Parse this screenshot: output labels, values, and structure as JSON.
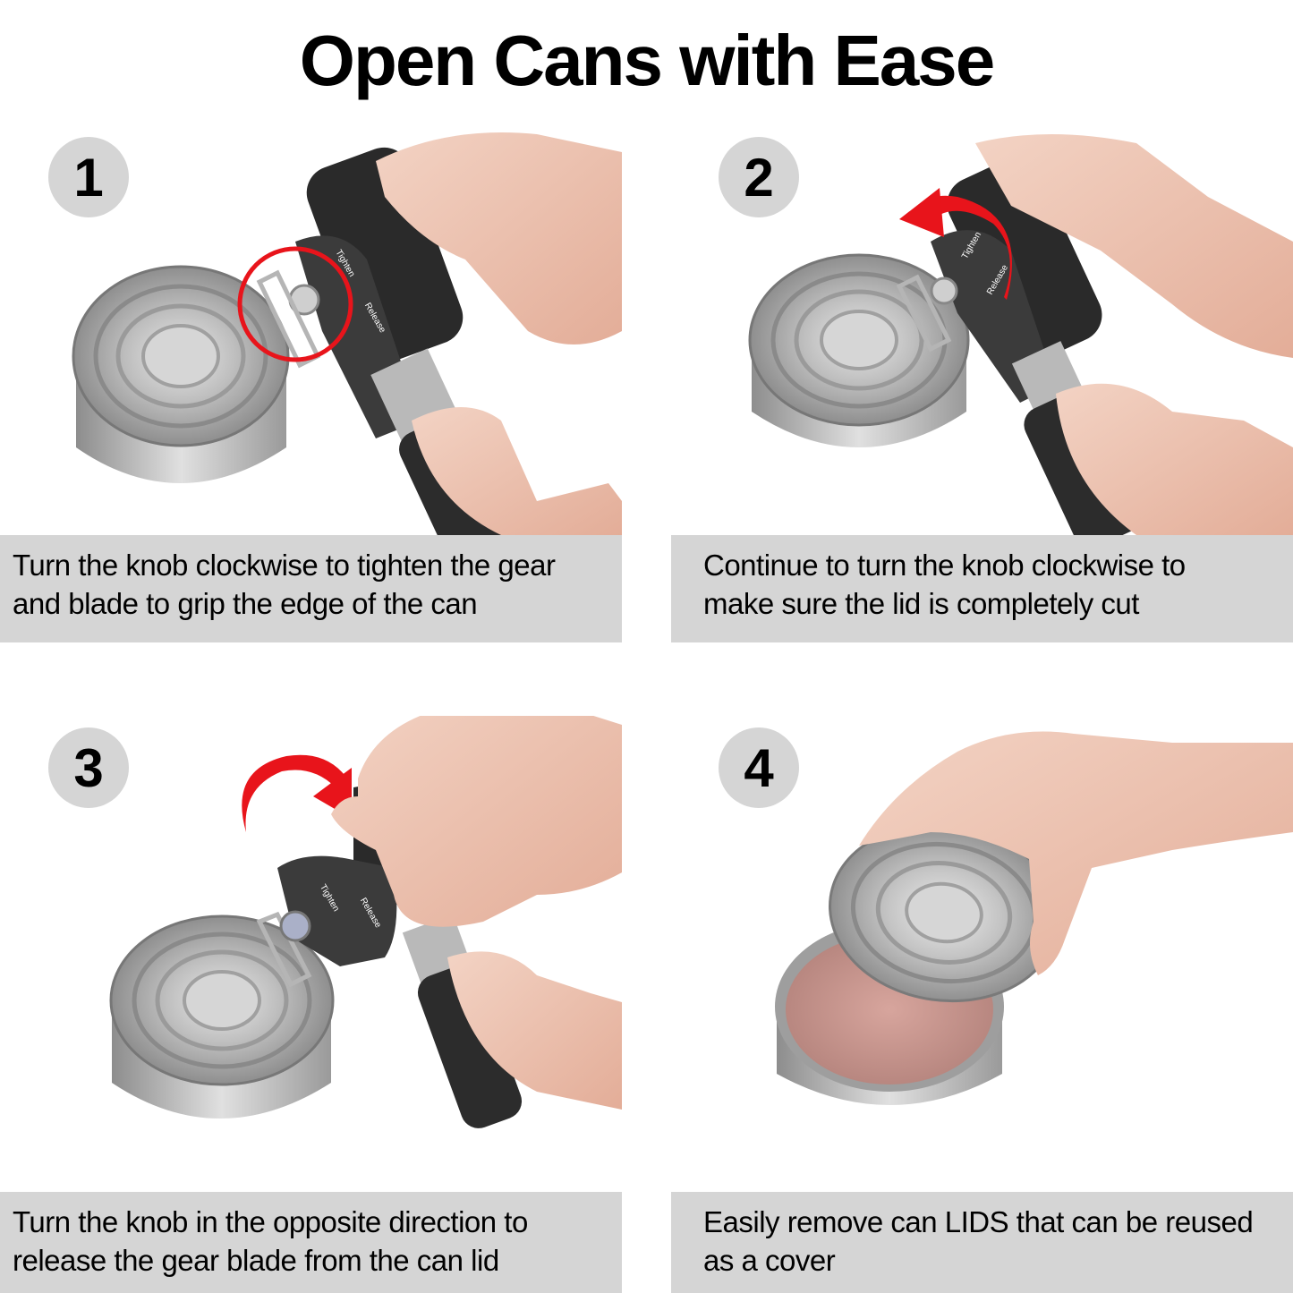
{
  "title": "Open Cans with Ease",
  "colors": {
    "caption_bg": "#d5d5d5",
    "badge_bg": "#d5d5d5",
    "arrow_red": "#e8141b",
    "text": "#000000"
  },
  "steps": [
    {
      "number": "1",
      "caption_lines": [
        "Turn the knob clockwise to tighten the gear",
        "and blade to grip the edge of the can"
      ],
      "photo": {
        "labels": [
          "Tighten",
          "Release"
        ],
        "annotation": "red-circle-highlight"
      }
    },
    {
      "number": "2",
      "caption_lines": [
        "Continue to turn the knob clockwise to",
        "make sure the lid is completely cut"
      ],
      "photo": {
        "labels": [
          "Tighten",
          "Release"
        ],
        "annotation": "red-curved-arrow-counterclockwise"
      }
    },
    {
      "number": "3",
      "caption_lines": [
        "Turn the knob in the opposite direction to",
        "release the gear blade from the can lid"
      ],
      "photo": {
        "labels": [
          "Tighten",
          "Release"
        ],
        "annotation": "red-curved-arrow-clockwise"
      }
    },
    {
      "number": "4",
      "caption_lines": [
        "Easily remove can LIDS that can be reused",
        "as a cover"
      ],
      "photo": {
        "labels": [],
        "annotation": "none"
      }
    }
  ]
}
